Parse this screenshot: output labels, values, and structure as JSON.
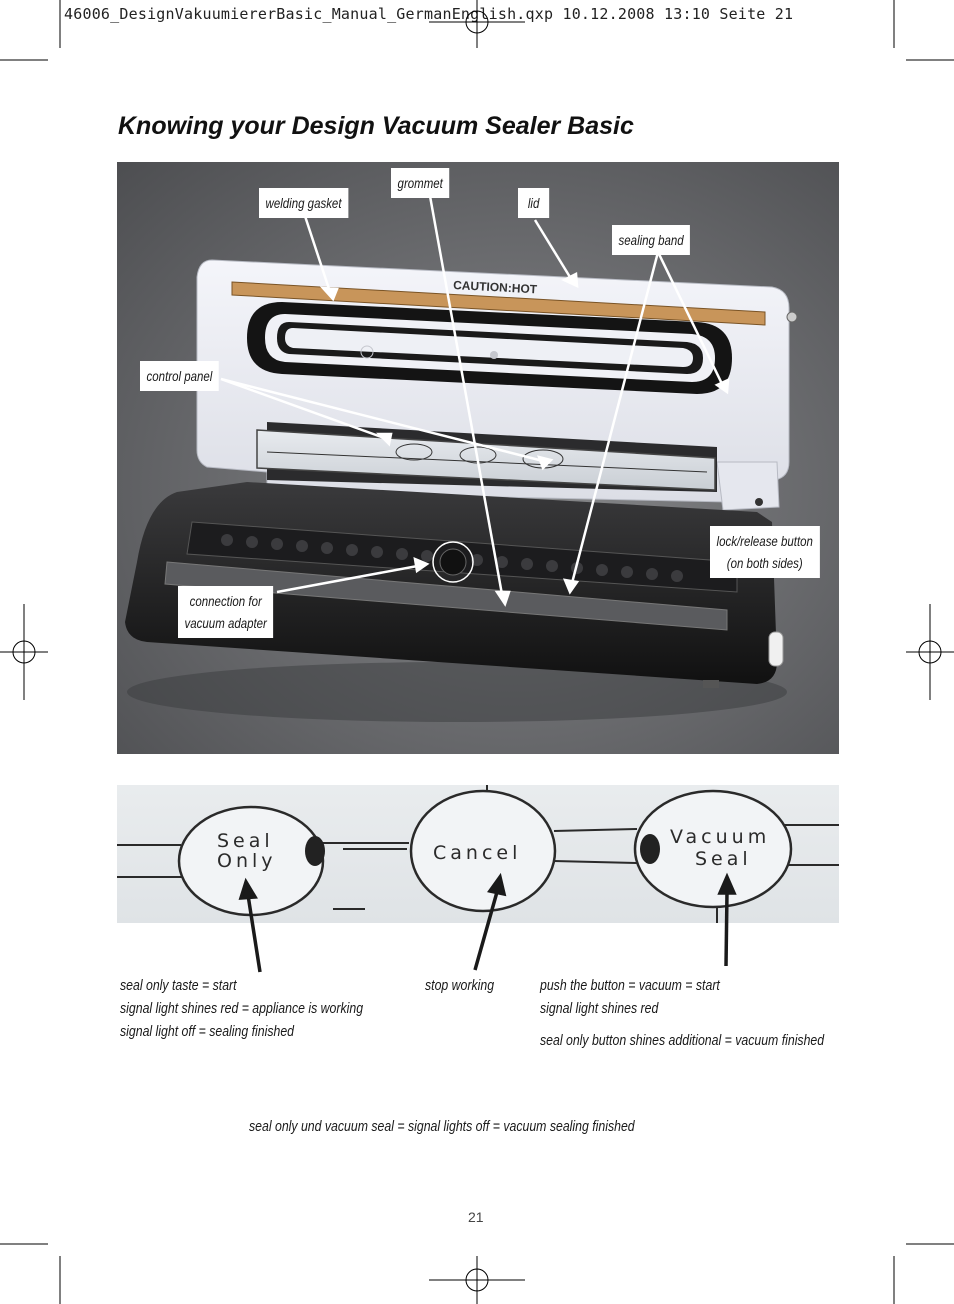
{
  "slug": {
    "text": "46006_DesignVakuumiererBasic_Manual_GermanEnglish.qxp  10.12.2008  13:10  Seite 21"
  },
  "title": "Knowing your Design Vacuum Sealer Basic",
  "figure1": {
    "labels": {
      "grommet": "grommet",
      "welding_gasket": "welding gasket",
      "lid": "lid",
      "sealing_band": "sealing band",
      "control_panel": "control panel",
      "lock_release_line1": "lock/release button",
      "lock_release_line2": "(on both sides)",
      "connection_line1": "connection for",
      "connection_line2": "vacuum adapter"
    },
    "printed_text": {
      "caution": "CAUTION:HOT"
    }
  },
  "figure2": {
    "buttons": {
      "seal_only_line1": "Seal",
      "seal_only_line2": "Only",
      "cancel": "Cancel",
      "vacuum_seal_line1": "Vacuum",
      "vacuum_seal_line2": "Seal"
    }
  },
  "captions": {
    "seal_only": [
      "seal only taste = start",
      "signal light shines red = appliance is working",
      "signal light off = sealing finished"
    ],
    "cancel": "stop working",
    "vacuum_seal": [
      "push the button = vacuum = start",
      "signal light shines red",
      "seal only button shines additional = vacuum finished"
    ],
    "footer_note": "seal only und vacuum seal = signal lights off = vacuum sealing finished"
  },
  "page_number": "21",
  "colors": {
    "photo_bg": "#6d6e71",
    "lid_white": "#eef0f5",
    "gasket_black": "#141414",
    "sealing_band": "#c8955a",
    "indicator_dark": "#222222"
  }
}
